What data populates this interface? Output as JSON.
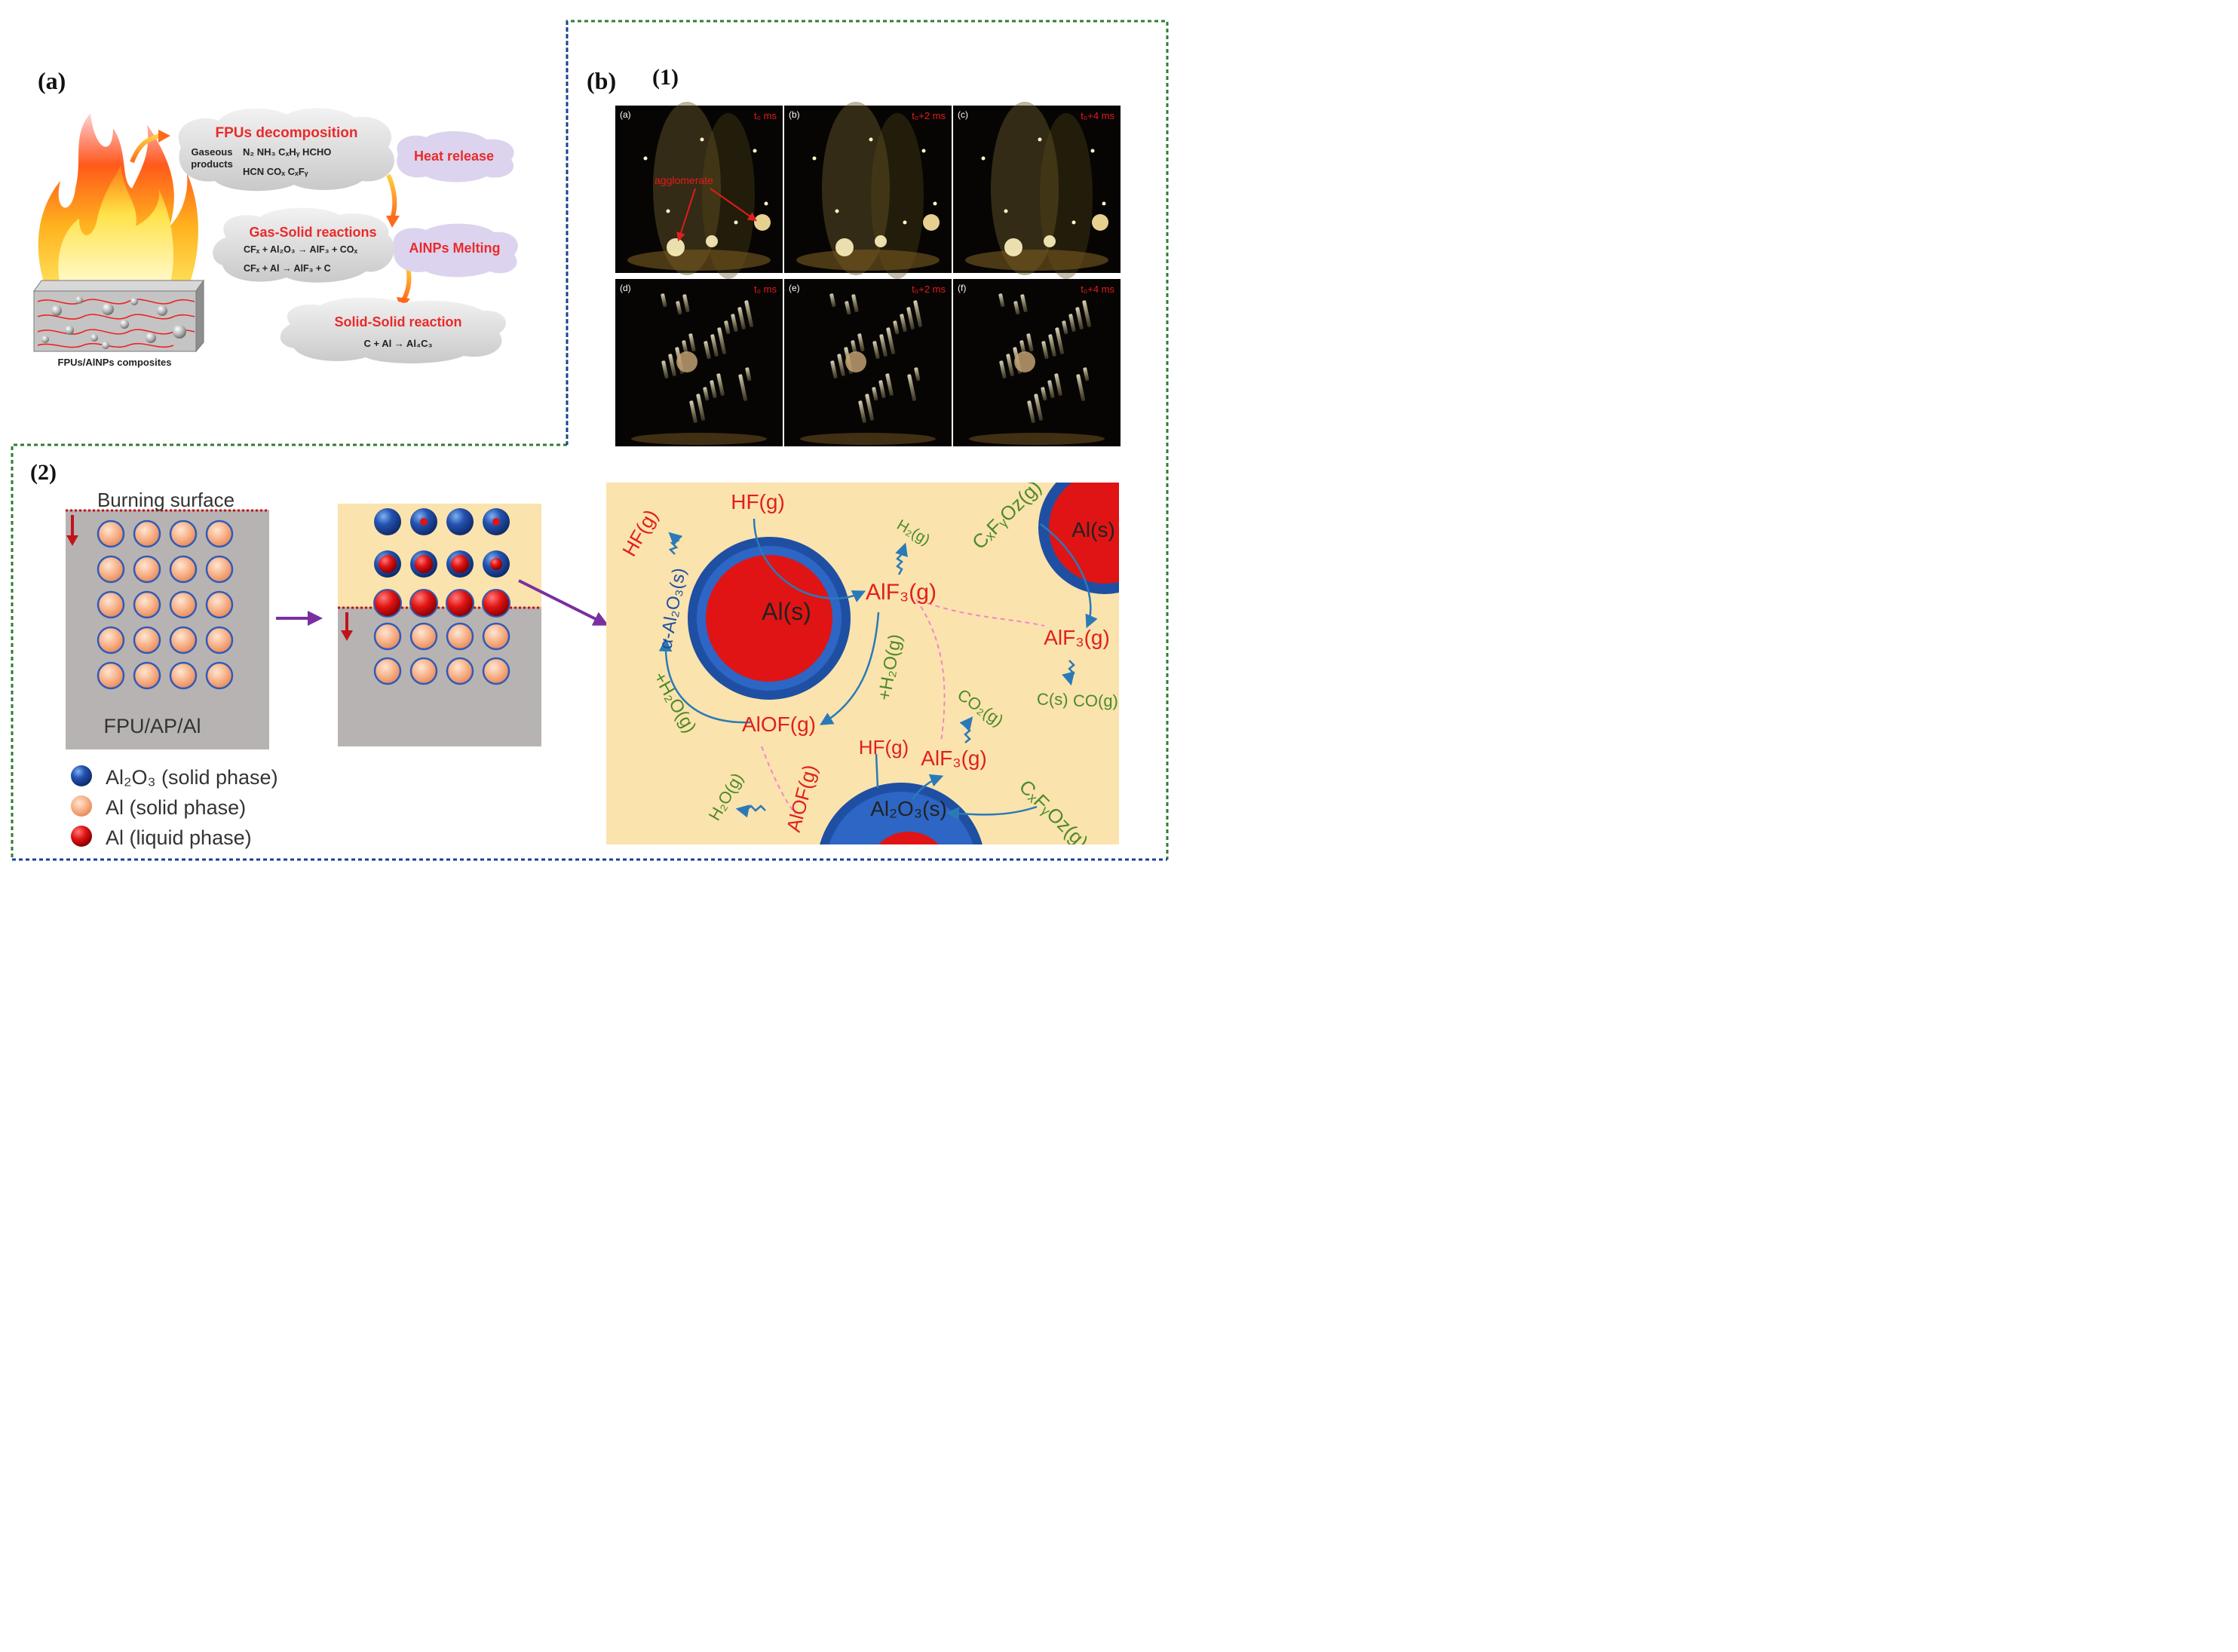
{
  "panel_a": {
    "label": "(a)",
    "composite_label": "FPUs/AlNPs composites",
    "cloud_decomposition": {
      "title": "FPUs decomposition",
      "gaseous": "Gaseous",
      "products": "products",
      "row1": "N₂  NH₃  CₓHᵧ  HCHO",
      "row2": "HCN  COₓ   CₓFᵧ"
    },
    "cloud_heat": "Heat release",
    "cloud_gas_solid": {
      "title": "Gas-Solid reactions",
      "eq1": "CFₓ + Al₂O₃ → AlF₃ + COₓ",
      "eq2": "CFₓ + Al → AlF₃ + C"
    },
    "cloud_melting": "AlNPs Melting",
    "cloud_solid_solid": {
      "title": "Solid-Solid reaction",
      "eq": "C + Al → Al₄C₃"
    }
  },
  "panel_b": {
    "label": "(b)",
    "sub_label": "(1)",
    "frames": [
      {
        "tag": "(a)",
        "time": "t₀ ms"
      },
      {
        "tag": "(b)",
        "time": "t₀+2 ms"
      },
      {
        "tag": "(c)",
        "time": "t₀+4 ms"
      },
      {
        "tag": "(d)",
        "time": "t₀ ms"
      },
      {
        "tag": "(e)",
        "time": "t₀+2 ms"
      },
      {
        "tag": "(f)",
        "time": "t₀+4 ms"
      }
    ],
    "agglomerate": "agglomerate"
  },
  "panel_2": {
    "label": "(2)",
    "burning_surface": "Burning surface",
    "material": "FPU/AP/Al",
    "legend": [
      {
        "text": "Al₂O₃ (solid phase)",
        "color": "#1f4fa3"
      },
      {
        "text": "Al (solid phase)",
        "color": "#f5b08a"
      },
      {
        "text": "Al (liquid phase)",
        "color": "#d81818"
      }
    ],
    "species": {
      "hf_top": "HF(g)",
      "hf_left": "HF(g)",
      "alpha_al2o3": "α-Al₂O₃(s)",
      "al_s": "Al(s)",
      "al_s_corner": "Al(s)",
      "h2": "H₂(g)",
      "alf3_1": "AlF₃(g)",
      "alf3_2": "AlF₃(g)",
      "alf3_3": "AlF₃(g)",
      "h2o_1": "+H₂O(g)",
      "h2o_2": "+H₂O(g)",
      "cxfyoz_1": "CₓFᵧOz(g)",
      "cxfyoz_2": "CₓFᵧOz(g)",
      "aloF_1": "AlOF(g)",
      "aloF_2": "AlOF(g)",
      "co2": "CO₂(g)",
      "c_s": "C(s)",
      "co_g": "CO(g)",
      "hf_bottom": "HF(g)",
      "h2o_3": "H₂O(g)",
      "al2o3_s": "Al₂O₃(s)"
    }
  },
  "colors": {
    "frame_green": "#2e7d32",
    "frame_blue": "#1a3f9a",
    "cream": "#fbe3ad",
    "gray_block": "#b7b3b2",
    "red_text": "#e0201b",
    "green_text": "#4c8a2a",
    "arrow_blue": "#2a7ab8",
    "purple": "#7a2fa0"
  }
}
